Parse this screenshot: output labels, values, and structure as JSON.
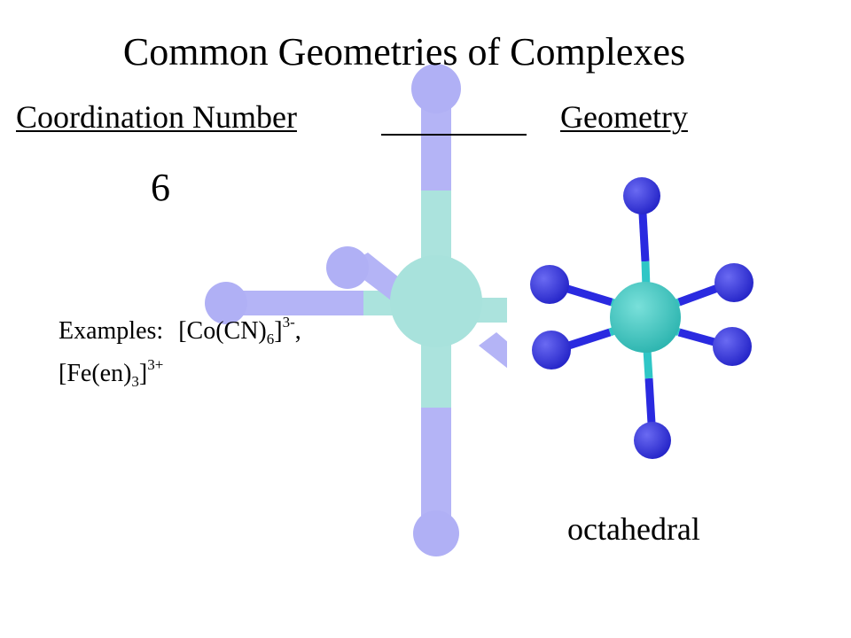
{
  "slide": {
    "title": "Common Geometries of Complexes",
    "headers": {
      "left": "Coordination Number",
      "right": "Geometry"
    },
    "coordination_number": "6",
    "examples": {
      "label": "Examples:",
      "complex1": {
        "open": "[Co(CN)",
        "sub": "6",
        "close": "]",
        "sup": "3-",
        "sep": ","
      },
      "complex2": {
        "open": "[Fe(en)",
        "sub": "3",
        "close": "]",
        "sup": "3+"
      }
    },
    "geometry_name": "octahedral"
  },
  "colors": {
    "ligand_atom": "#3333dd",
    "ligand_bond": "#2a2ae0",
    "metal_atom": "#3fc9c4",
    "metal_bond": "#33c8c8",
    "faded_ligand": "#b0b0f5",
    "faded_metal": "#a8e2dc"
  },
  "icons": [
    "octahedral-molecule-icon",
    "faded-molecule-watermark-icon"
  ]
}
